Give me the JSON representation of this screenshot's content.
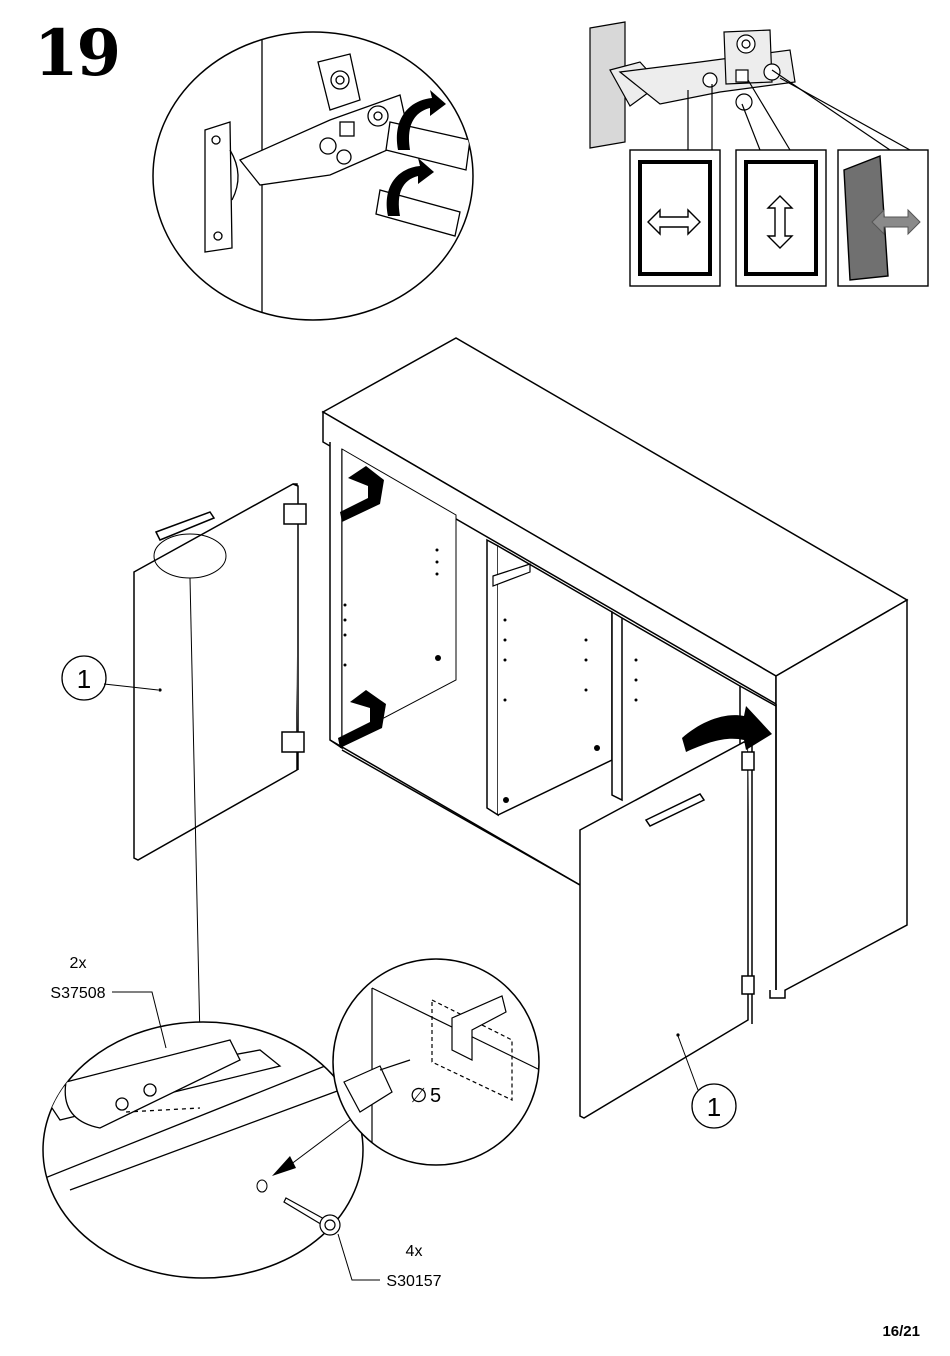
{
  "step": {
    "number": "19"
  },
  "callouts": {
    "door_left": "1",
    "door_right": "1"
  },
  "parts": {
    "handle": {
      "quantity": "2x",
      "code": "S37508"
    },
    "screw": {
      "quantity": "4x",
      "code": "S30157"
    }
  },
  "drill": {
    "diameter_symbol": "∅",
    "diameter": "5"
  },
  "page": {
    "number": "16/21"
  },
  "colors": {
    "ink": "#000000",
    "panel_gray": "#707070",
    "arrow_gray": "#8a8a8a"
  },
  "icons": [
    "hinge-adjust-icon",
    "arrow-left-right-icon",
    "arrow-up-down-icon",
    "curved-arrow-icon"
  ]
}
